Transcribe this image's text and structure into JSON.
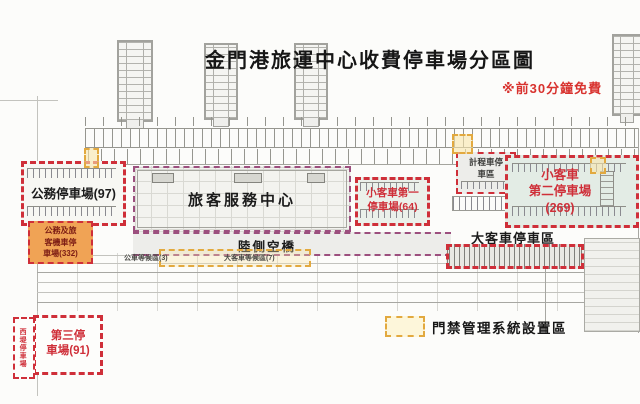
{
  "title": "金門港旅運中心收費停車場分區圖",
  "note": "※前30分鐘免費",
  "zones": {
    "public_lot": {
      "label": "公務停車場(97)"
    },
    "moto_lot": {
      "lines": [
        "公務及旅",
        "客機車停",
        "車場(332)"
      ]
    },
    "service_center": {
      "label": "旅客服務中心"
    },
    "skybridge": {
      "label": "陸側空橋"
    },
    "bus_waiting": {
      "label": "公車等候區(3)"
    },
    "coach_waiting": {
      "label": "大客車等候區(7)"
    },
    "taxi_zone": {
      "lines": [
        "計程車停",
        "車區"
      ]
    },
    "car_lot_1": {
      "lines": [
        "小客車第一",
        "停車場(64)"
      ]
    },
    "car_lot_2": {
      "lines": [
        "小客車",
        "第二停車場",
        "(269)"
      ]
    },
    "coach_lot": {
      "label": "大客車停車區"
    },
    "lot_3": {
      "lines": [
        "第三停",
        "車場(91)"
      ]
    },
    "west_lot": {
      "label": "西堤停車場"
    }
  },
  "legend": {
    "access_control": "門禁管理系統設置區"
  },
  "colors": {
    "zone_border_red": "#cf2f39",
    "note_red": "#d8322e",
    "building_dash_purple": "#9c4f7e",
    "access_yellow": "#e2a93f",
    "moto_fill_orange": "#f0a355"
  }
}
